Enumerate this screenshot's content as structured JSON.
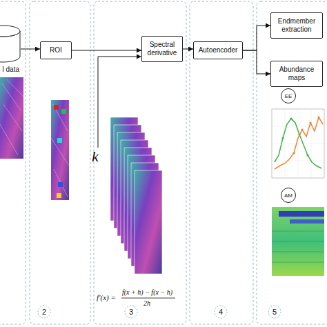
{
  "diagram": {
    "nodes": [
      {
        "text": [
          "l data"
        ]
      },
      {
        "text": [
          "ROI"
        ]
      },
      {
        "text": [
          "Spectral derivative"
        ]
      },
      {
        "text": [
          "Autoencoder"
        ]
      },
      {
        "text": [
          "Endmember extraction"
        ]
      },
      {
        "text": [
          "Abundance maps"
        ]
      },
      {
        "text": [
          "EE"
        ]
      },
      {
        "text": [
          "AM"
        ]
      }
    ],
    "edges": [
      {
        "from": 0,
        "to": 1,
        "arrow": "to"
      },
      {
        "from": 1,
        "to": 2,
        "arrow": "to"
      },
      {
        "from": 2,
        "to": 3,
        "arrow": "to"
      },
      {
        "from": 3,
        "to": 4,
        "arrow": "to"
      },
      {
        "from": 3,
        "to": 5,
        "arrow": "to"
      }
    ],
    "labels": [
      "k",
      "f′(x) =",
      "f(x + h) − f(x − h)",
      "2h",
      "2",
      "3",
      "4",
      "5"
    ]
  }
}
